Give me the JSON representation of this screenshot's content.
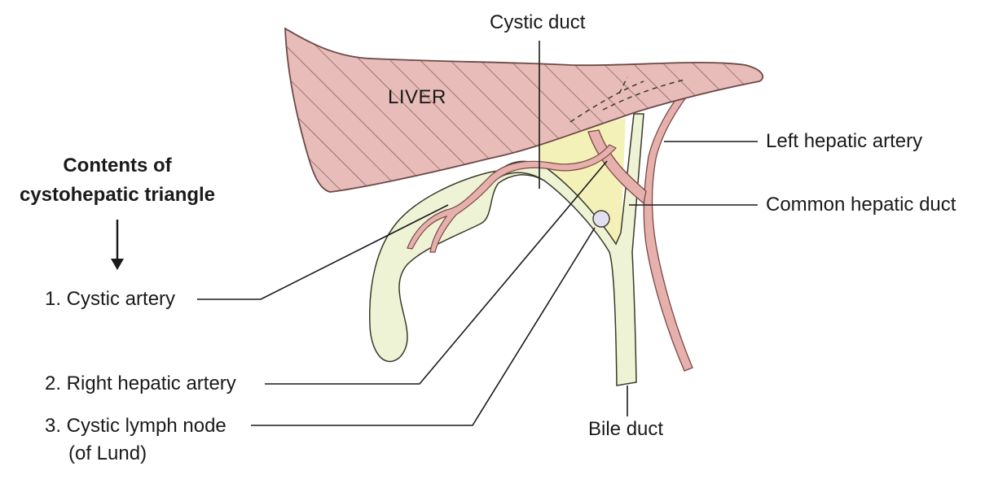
{
  "diagram": {
    "heading": {
      "line1": "Contents of",
      "line2": "cystohepatic triangle"
    },
    "organ_label": "LIVER",
    "labels": {
      "cystic_duct": "Cystic duct",
      "left_hepatic_artery": "Left hepatic artery",
      "common_hepatic_duct": "Common hepatic duct",
      "bile_duct": "Bile duct",
      "cystic_artery": "1. Cystic artery",
      "right_hepatic_artery": "2. Right hepatic artery",
      "cystic_lymph_node_1": "3. Cystic lymph node",
      "cystic_lymph_node_2": "(of Lund)"
    },
    "colors": {
      "liver_fill": "#e8bcb8",
      "liver_stroke": "#6b4a47",
      "bile_fill": "#eef3d6",
      "triangle_fill": "#f4f1b8",
      "artery_fill": "#e6b1ad",
      "artery_stroke": "#7a4844",
      "leader": "#1a1a1a"
    }
  }
}
